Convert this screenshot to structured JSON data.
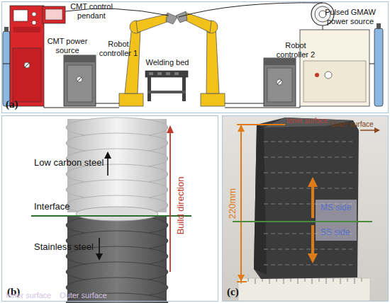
{
  "diagram": {
    "nodes": [
      {
        "text": [
          "(a)"
        ]
      },
      {
        "text": [
          "(b)"
        ]
      },
      {
        "text": [
          "(c)"
        ]
      }
    ],
    "labels": [
      "CMT control pendant",
      "CMT power source",
      "Robot controller 1",
      "Welding bed",
      "Robot controller 2",
      "Pulsed GMAW power source",
      "Low carbon steel",
      "Interface",
      "Stainless steel",
      "Build direction",
      "Inner surface",
      "Outer surface",
      "Inner surface",
      "Outer surface",
      "220mm",
      "MS side",
      "SS side"
    ]
  }
}
